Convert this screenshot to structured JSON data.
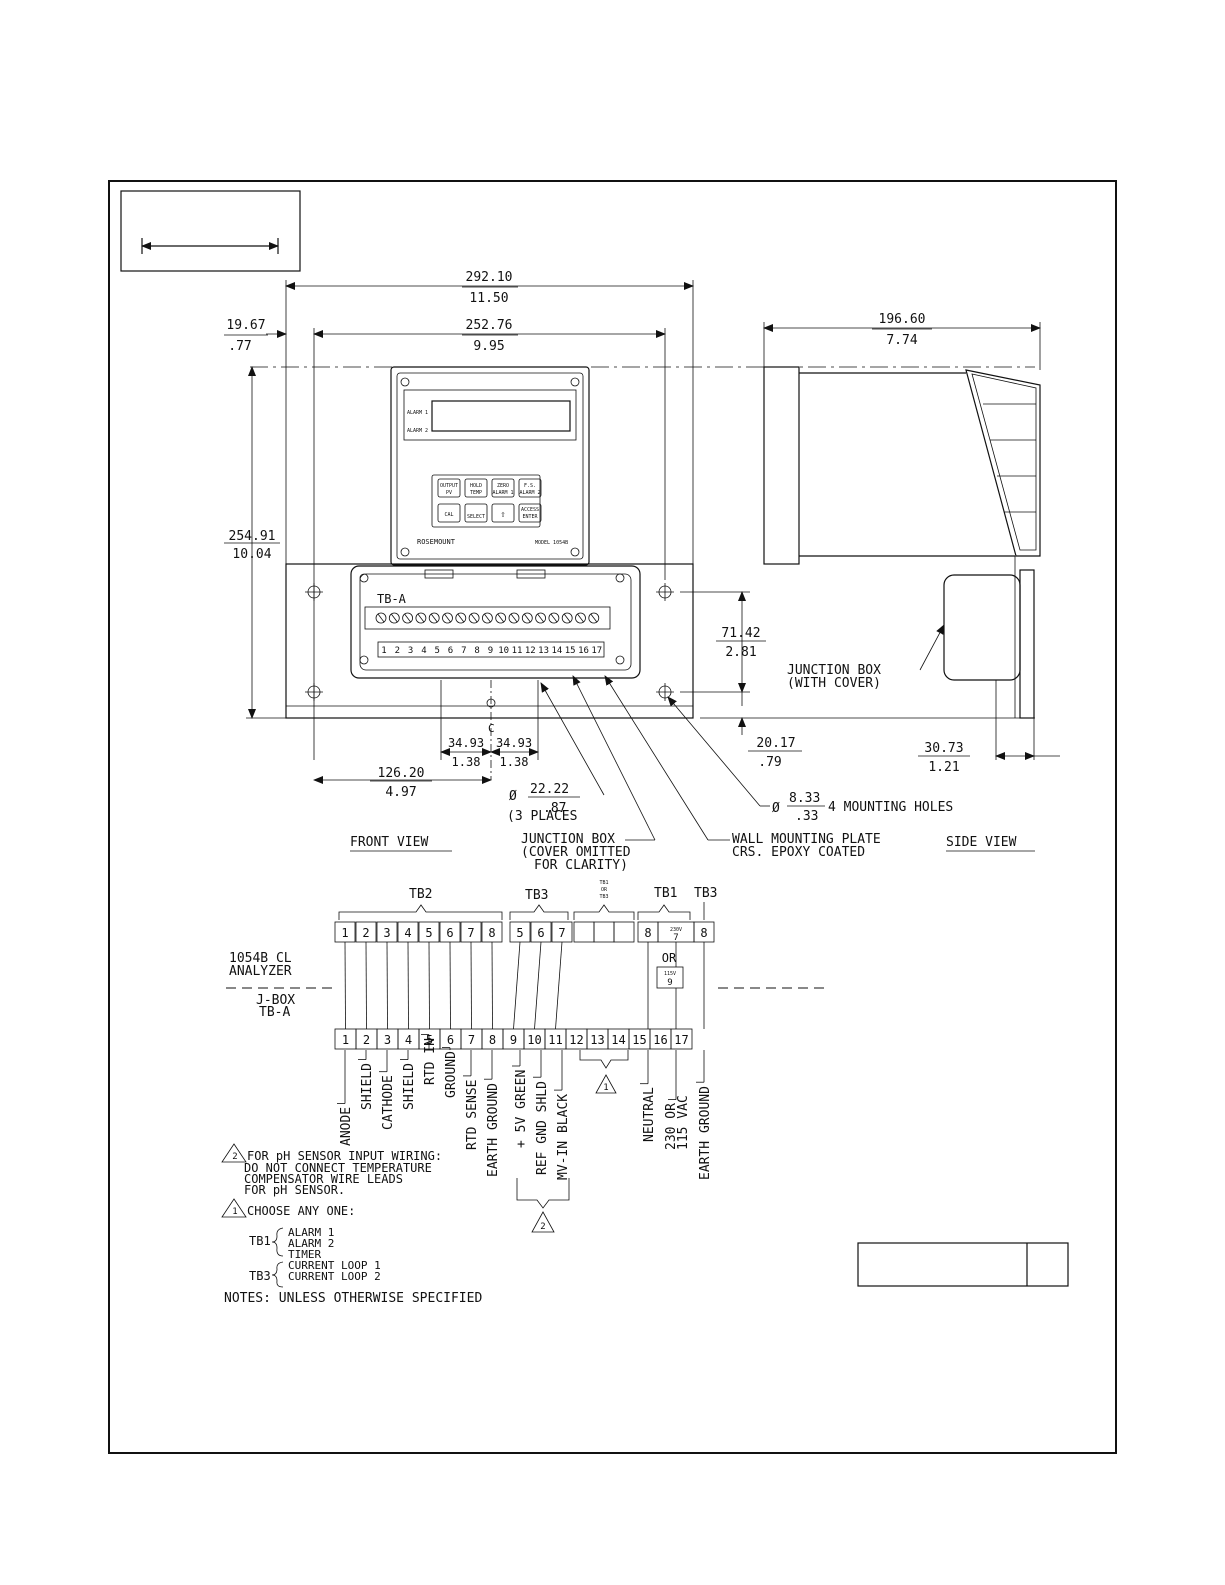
{
  "front_view": {
    "title": "FRONT VIEW",
    "dims": {
      "overall_width_mm": "292.10",
      "overall_width_in": "11.50",
      "hole_span_mm": "252.76",
      "hole_span_in": "9.95",
      "edge_offset_mm": "19.67",
      "edge_offset_in": ".77",
      "height_mm": "254.91",
      "height_in": "10.04",
      "hole_vert_mm": "71.42",
      "hole_vert_in": "2.81",
      "bottom_offset_mm": "20.17",
      "bottom_offset_in": ".79",
      "conduit_left_mm": "34.93",
      "conduit_left_in": "1.38",
      "conduit_right_mm": "34.93",
      "conduit_right_in": "1.38",
      "center_offset_mm": "126.20",
      "center_offset_in": "4.97",
      "conduit_dia_mm": "22.22",
      "conduit_dia_in": ".87",
      "conduit_places": "(3 PLACES",
      "hole_dia_mm": "8.33",
      "hole_dia_in": ".33",
      "hole_label": "4 MOUNTING HOLES",
      "diameter_symbol": "Ø"
    },
    "analyzer": {
      "alarm1": "ALARM 1",
      "alarm2": "ALARM 2",
      "brand": "ROSEMOUNT",
      "model": "MODEL 1054B",
      "keys": [
        {
          "top": "OUTPUT",
          "bottom": "PV"
        },
        {
          "top": "HOLD",
          "bottom": "TEMP"
        },
        {
          "top": "ZERO",
          "bottom": "ALARM 1"
        },
        {
          "top": "F.S.",
          "bottom": "ALARM 2"
        },
        {
          "top": "",
          "bottom": "CAL"
        },
        {
          "top": "",
          "bottom": "SELECT"
        },
        {
          "top": "",
          "bottom": "⇧"
        },
        {
          "top": "ACCESS",
          "bottom": "ENTER"
        }
      ]
    },
    "tb_label": "TB-A",
    "tb_numbers": [
      "1",
      "2",
      "3",
      "4",
      "5",
      "6",
      "7",
      "8",
      "9",
      "10",
      "11",
      "12",
      "13",
      "14",
      "15",
      "16",
      "17"
    ],
    "centerline": "C",
    "junction_box_lines": [
      "JUNCTION BOX",
      "(COVER OMITTED",
      "FOR CLARITY)"
    ],
    "plate_lines": [
      "WALL MOUNTING PLATE",
      "CRS. EPOXY COATED"
    ]
  },
  "side_view": {
    "title": "SIDE VIEW",
    "depth_mm": "196.60",
    "depth_in": "7.74",
    "jbox_depth_mm": "30.73",
    "jbox_depth_in": "1.21",
    "jbox_lines": [
      "JUNCTION BOX",
      "(WITH COVER)"
    ]
  },
  "wiring": {
    "tb2": "TB2",
    "tb3": "TB3",
    "tb1": "TB1",
    "tb3b": "TB3",
    "tb1_or_tb3": [
      "TB1",
      "OR",
      "TB3"
    ],
    "upper_terms": [
      "1",
      "2",
      "3",
      "4",
      "5",
      "6",
      "7",
      "8",
      "5",
      "6",
      "7",
      "",
      "",
      "",
      "8",
      "230V",
      "7",
      "8"
    ],
    "upper_230": "230V",
    "upper_230_num": "7",
    "or_label": "OR",
    "v115": "115V",
    "v115_num": "9",
    "analyzer_label": [
      "1054B CL",
      "ANALYZER"
    ],
    "jbox_label": [
      "J-BOX",
      "TB-A"
    ],
    "lower_terms": [
      "1",
      "2",
      "3",
      "4",
      "5",
      "6",
      "7",
      "8",
      "9",
      "10",
      "11",
      "12",
      "13",
      "14",
      "15",
      "16",
      "17"
    ],
    "signals": [
      "ANODE",
      "SHIELD",
      "CATHODE",
      "SHIELD",
      "RTD IN",
      "GROUND",
      "RTD SENSE",
      "EARTH GROUND",
      "+ 5V GREEN",
      "REF GND SHLD",
      "MV-IN BLACK",
      "NEUTRAL",
      "230 OR",
      "115 VAC",
      "EARTH GROUND"
    ],
    "marker1": "1",
    "marker2": "2"
  },
  "notes": {
    "note2_lines": [
      "FOR pH SENSOR INPUT WIRING:",
      "DO NOT CONNECT TEMPERATURE",
      "COMPENSATOR WIRE LEADS",
      "FOR pH SENSOR."
    ],
    "note1_title": "CHOOSE ANY ONE:",
    "tb1_label": "TB1",
    "tb3_label": "TB3",
    "tb1_items": [
      "ALARM 1",
      "ALARM 2",
      "TIMER"
    ],
    "tb3_items": [
      "CURRENT LOOP 1",
      "CURRENT LOOP 2"
    ],
    "footer": "NOTES: UNLESS OTHERWISE SPECIFIED"
  }
}
